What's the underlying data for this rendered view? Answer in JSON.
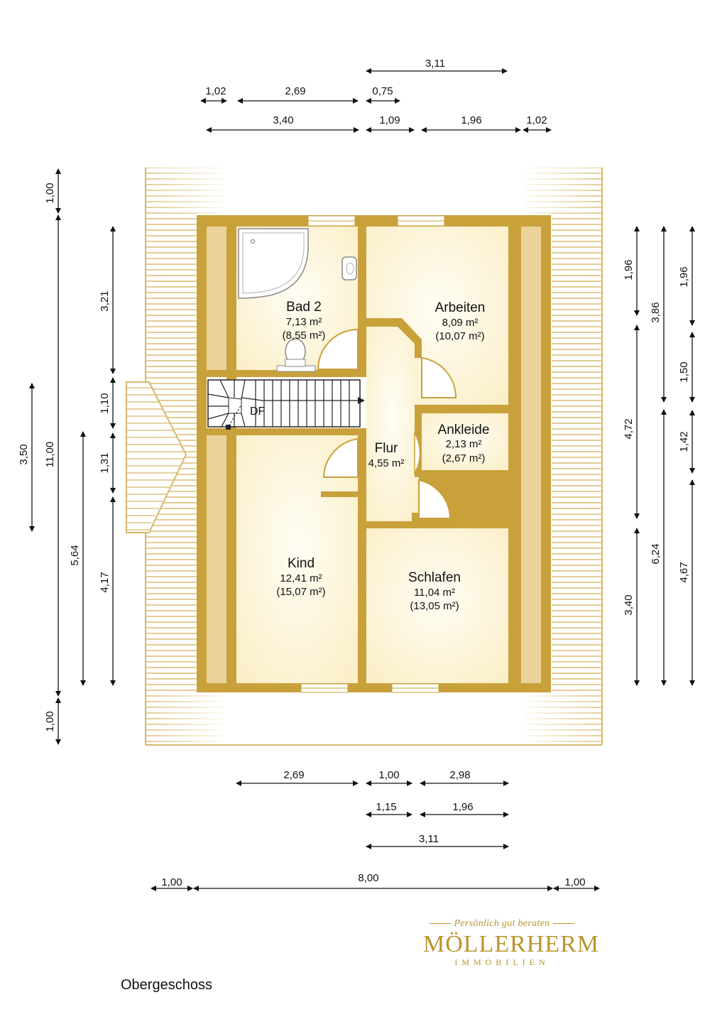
{
  "floor_label": "Obergeschoss",
  "logo": {
    "tagline": "Persönlich gut beraten",
    "brand": "MÖLLERHERM",
    "subtitle": "IMMOBILIEN"
  },
  "stair_label": "DF",
  "rooms": [
    {
      "name": "Bad 2",
      "area": "7,13 m²",
      "gross_area": "(8,55 m²)"
    },
    {
      "name": "Arbeiten",
      "area": "8,09 m²",
      "gross_area": "(10,07 m²)"
    },
    {
      "name": "Ankleide",
      "area": "2,13 m²",
      "gross_area": "(2,67 m²)"
    },
    {
      "name": "Flur",
      "area": "4,55 m²"
    },
    {
      "name": "Kind",
      "area": "12,41 m²",
      "gross_area": "(15,07 m²)"
    },
    {
      "name": "Schlafen",
      "area": "11,04 m²",
      "gross_area": "(13,05 m²)"
    }
  ],
  "dimensions": {
    "top": [
      {
        "row": 0,
        "value": "3,11"
      },
      {
        "row": 1,
        "value": "1,02"
      },
      {
        "row": 1,
        "value": "2,69"
      },
      {
        "row": 1,
        "value": "0,75"
      },
      {
        "row": 2,
        "value": "3,40"
      },
      {
        "row": 2,
        "value": "1,09"
      },
      {
        "row": 2,
        "value": "1,96"
      },
      {
        "row": 2,
        "value": "1,02"
      }
    ],
    "bottom": [
      {
        "row": 0,
        "value": "2,69"
      },
      {
        "row": 0,
        "value": "1,00"
      },
      {
        "row": 0,
        "value": "2,98"
      },
      {
        "row": 1,
        "value": "1,15"
      },
      {
        "row": 1,
        "value": "1,96"
      },
      {
        "row": 2,
        "value": "3,11"
      },
      {
        "row": 3,
        "value": "1,00"
      },
      {
        "row": 3,
        "value": "8,00"
      },
      {
        "row": 3,
        "value": "1,00"
      }
    ],
    "left": [
      {
        "col": 0,
        "value": "3,50"
      },
      {
        "col": 1,
        "value": "1,00"
      },
      {
        "col": 1,
        "value": "11,00"
      },
      {
        "col": 1,
        "value": "1,00"
      },
      {
        "col": 2,
        "value": "5,64"
      },
      {
        "col": 3,
        "value": "3,21"
      },
      {
        "col": 3,
        "value": "1,10"
      },
      {
        "col": 3,
        "value": "1,31"
      },
      {
        "col": 3,
        "value": "4,17"
      }
    ],
    "right": [
      {
        "col": 0,
        "value": "1,96"
      },
      {
        "col": 0,
        "value": "4,72"
      },
      {
        "col": 0,
        "value": "3,40"
      },
      {
        "col": 1,
        "value": "3,86"
      },
      {
        "col": 1,
        "value": "6,24"
      },
      {
        "col": 2,
        "value": "1,96"
      },
      {
        "col": 2,
        "value": "1,50"
      },
      {
        "col": 2,
        "value": "1,42"
      },
      {
        "col": 2,
        "value": "4,67"
      }
    ]
  },
  "colors": {
    "wall": "#c9a13b",
    "floor": "#fdf6dc",
    "roof_line": "#d7b76a"
  }
}
